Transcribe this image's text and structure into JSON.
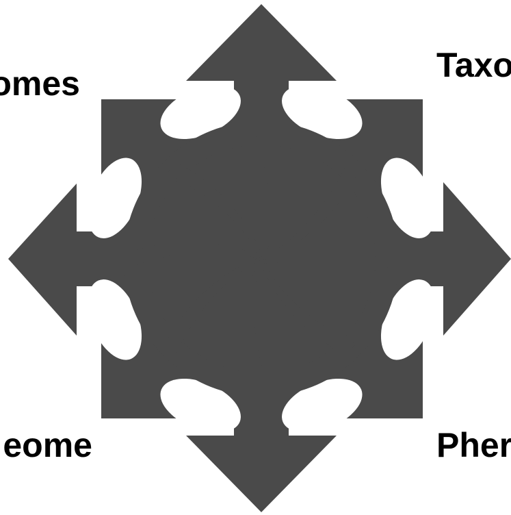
{
  "labels": {
    "top_left": "omes",
    "top_right": "Taxo",
    "bottom_left": "eome",
    "bottom_right": "Pher"
  },
  "colors": {
    "emblem": "#4a4a4a",
    "background": "#ffffff",
    "text": "#000000"
  }
}
